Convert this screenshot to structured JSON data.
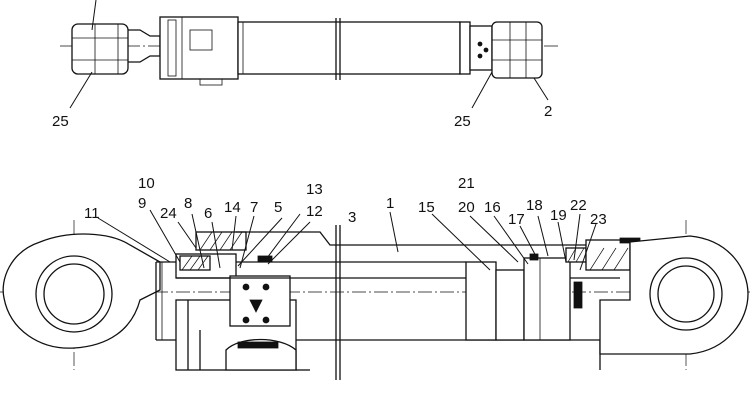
{
  "callouts": {
    "top_left_25": "25",
    "top_right_25": "25",
    "top_2": "2",
    "c10": "10",
    "c9": "9",
    "c24": "24",
    "c8": "8",
    "c6": "6",
    "c14": "14",
    "c7": "7",
    "c5": "5",
    "c13": "13",
    "c12": "12",
    "c11": "11",
    "c3": "3",
    "c1": "1",
    "c21": "21",
    "c15": "15",
    "c20": "20",
    "c16": "16",
    "c17": "17",
    "c18": "18",
    "c19": "19",
    "c22": "22",
    "c23": "23"
  }
}
